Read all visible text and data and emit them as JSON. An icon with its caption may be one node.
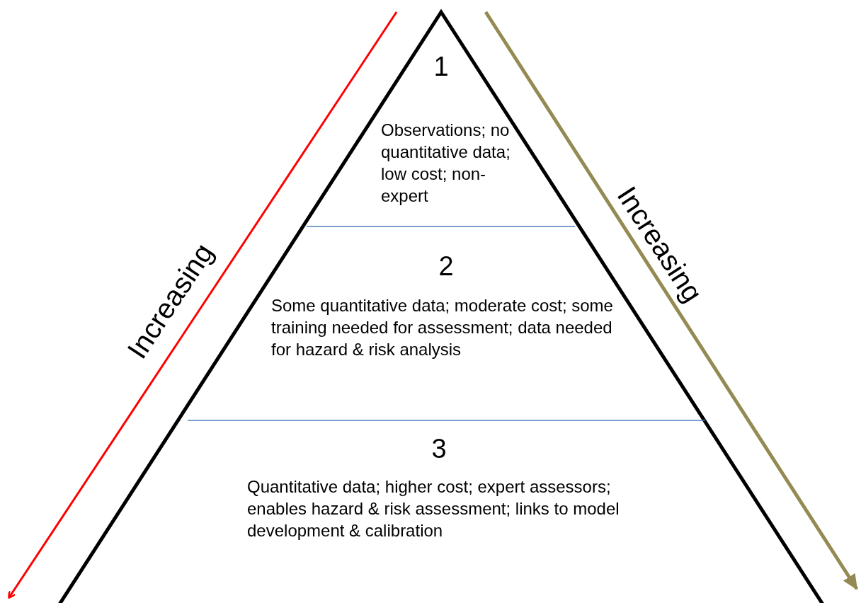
{
  "diagram": {
    "nodes": [
      {
        "text": [
          "1",
          "Observations; no quantitative data; low cost; non-expert"
        ]
      },
      {
        "text": [
          "2",
          "Some quantitative data; moderate cost; some training needed for assessment; data needed for hazard & risk analysis"
        ]
      },
      {
        "text": [
          "3",
          "Quantitative data; higher cost; expert assessors; enables hazard & risk assessment; links to model development & calibration"
        ]
      }
    ],
    "edges": [],
    "labels": [
      "Increasing",
      "Increasing"
    ]
  }
}
